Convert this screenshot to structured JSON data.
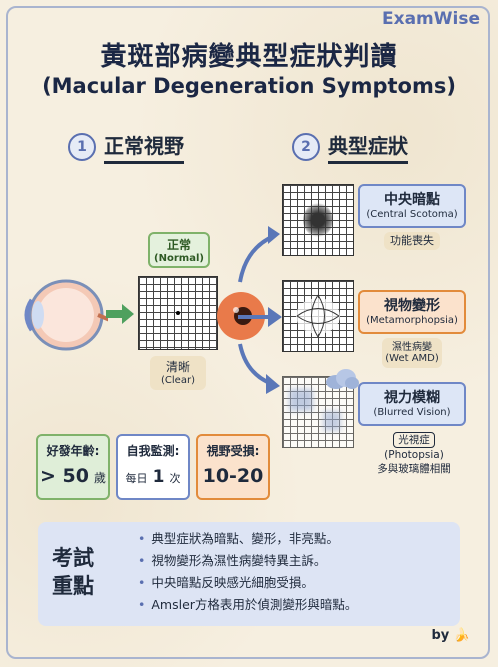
{
  "brand": "ExamWise",
  "title": "黃斑部病變典型症狀判讀",
  "subtitle": "(Macular Degeneration Symptoms)",
  "section1": {
    "num": "1",
    "label": "正常視野"
  },
  "section2": {
    "num": "2",
    "label": "典型症狀"
  },
  "normal": {
    "label": "正常",
    "sub": "(Normal)",
    "clear": "清晰",
    "clear_sub": "(Clear)"
  },
  "symptoms": [
    {
      "title": "中央暗點",
      "en": "(Central Scotoma)",
      "note": "功能喪失"
    },
    {
      "title": "視物變形",
      "en": "(Metamorphopsia)",
      "note": "濕性病變",
      "note2": "(Wet AMD)"
    },
    {
      "title": "視力模糊",
      "en": "(Blurred Vision)",
      "note": "光視症",
      "note2": "(Photopsia)",
      "note3": "多與玻璃體相關"
    }
  ],
  "stats": [
    {
      "label": "好發年齡:",
      "value": "> 50",
      "unit": "歲"
    },
    {
      "label": "自我監測:",
      "prefix": "每日",
      "value": "1",
      "unit": "次"
    },
    {
      "label": "視野受損:",
      "value": "10-20"
    }
  ],
  "key": {
    "label1": "考試",
    "label2": "重點",
    "points": [
      "典型症狀為暗點、變形，非亮點。",
      "視物變形為濕性病變特異主訴。",
      "中央暗點反映感光細胞受損。",
      "Amsler方格表用於偵測變形與暗點。"
    ]
  },
  "footer": "by",
  "colors": {
    "accent": "#5a6fb0",
    "green": "#7fb26a",
    "orange": "#e28b3b",
    "navy": "#1b2744"
  }
}
